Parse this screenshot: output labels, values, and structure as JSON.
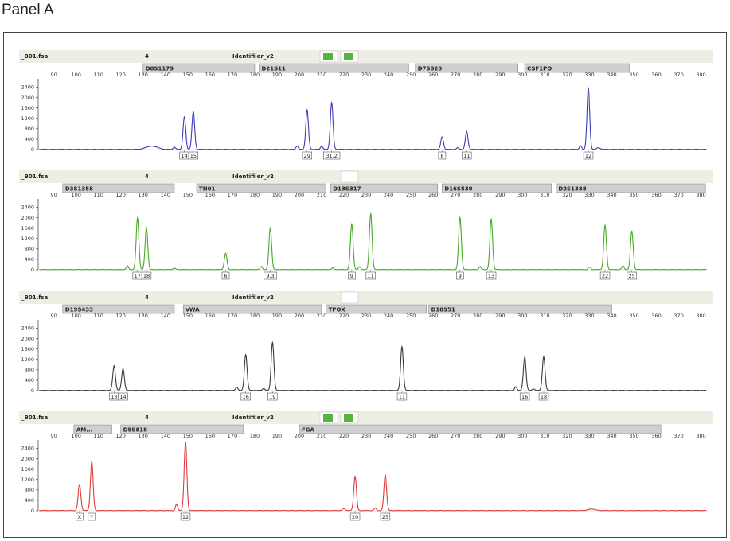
{
  "panel_label": "Panel A",
  "colors": {
    "blue": "#3c3cb4",
    "green": "#46aa28",
    "black": "#3a3a3a",
    "red": "#dc3c3c",
    "header_bg": "#eeeee4",
    "marker_bg": "#cfcfcf",
    "green_box": "#57b441"
  },
  "chart_data": [
    {
      "type": "line",
      "file": "_B01.fsa",
      "dye": "4",
      "kit": "Identifiler_v2",
      "color": "#3c3cb4",
      "x_ticks": [
        90,
        100,
        110,
        120,
        130,
        140,
        150,
        160,
        170,
        180,
        190,
        200,
        210,
        220,
        230,
        240,
        250,
        260,
        270,
        280,
        290,
        300,
        310,
        320,
        330,
        340,
        350,
        360,
        370,
        380
      ],
      "y_ticks": [
        0,
        400,
        800,
        1200,
        1600,
        2000,
        2400
      ],
      "xlim": [
        83,
        383
      ],
      "ylim": [
        0,
        2600
      ],
      "markers": [
        {
          "name": "D8S1179",
          "from": 130,
          "to": 180
        },
        {
          "name": "D21S11",
          "from": 182,
          "to": 249
        },
        {
          "name": "D7S820",
          "from": 252,
          "to": 298
        },
        {
          "name": "CSF1PO",
          "from": 301,
          "to": 348
        }
      ],
      "peaks": [
        {
          "x": 133,
          "h": 110,
          "w": 2.0
        },
        {
          "x": 136,
          "h": 60,
          "w": 1.5
        },
        {
          "x": 144,
          "h": 90,
          "w": 0.5
        },
        {
          "x": 148.5,
          "h": 1250,
          "w": 0.6,
          "label": "14"
        },
        {
          "x": 152.5,
          "h": 1450,
          "w": 0.6,
          "label": "15"
        },
        {
          "x": 199,
          "h": 130,
          "w": 0.5
        },
        {
          "x": 203.5,
          "h": 1520,
          "w": 0.6,
          "label": "29"
        },
        {
          "x": 210,
          "h": 120,
          "w": 0.5
        },
        {
          "x": 214.5,
          "h": 1800,
          "w": 0.6,
          "label": "31.2"
        },
        {
          "x": 264,
          "h": 480,
          "w": 0.6,
          "label": "8"
        },
        {
          "x": 271,
          "h": 60,
          "w": 0.5
        },
        {
          "x": 275,
          "h": 680,
          "w": 0.6,
          "label": "11"
        },
        {
          "x": 326,
          "h": 140,
          "w": 0.5
        },
        {
          "x": 329.5,
          "h": 2350,
          "w": 0.6,
          "label": "12"
        },
        {
          "x": 334,
          "h": 60,
          "w": 0.8
        }
      ]
    },
    {
      "type": "line",
      "file": "_B01.fsa",
      "dye": "4",
      "kit": "Identifiler_v2",
      "color": "#46aa28",
      "x_ticks": [
        90,
        100,
        110,
        120,
        130,
        140,
        150,
        160,
        170,
        180,
        190,
        200,
        210,
        220,
        230,
        240,
        250,
        260,
        270,
        280,
        290,
        300,
        310,
        320,
        330,
        340,
        350,
        360,
        370,
        380
      ],
      "y_ticks": [
        0,
        400,
        800,
        1200,
        1600,
        2000,
        2400
      ],
      "xlim": [
        83,
        383
      ],
      "ylim": [
        0,
        2600
      ],
      "markers": [
        {
          "name": "D3S1358",
          "from": 94,
          "to": 144
        },
        {
          "name": "TH01",
          "from": 154,
          "to": 212
        },
        {
          "name": "D13S317",
          "from": 214,
          "to": 262
        },
        {
          "name": "D16S539",
          "from": 264,
          "to": 313
        },
        {
          "name": "D2S1338",
          "from": 315,
          "to": 382
        }
      ],
      "peaks": [
        {
          "x": 123,
          "h": 140,
          "w": 0.5
        },
        {
          "x": 127.5,
          "h": 1980,
          "w": 0.6,
          "label": "17"
        },
        {
          "x": 131.5,
          "h": 1620,
          "w": 0.6,
          "label": "18"
        },
        {
          "x": 144,
          "h": 60,
          "w": 0.5
        },
        {
          "x": 167,
          "h": 620,
          "w": 0.6,
          "label": "6"
        },
        {
          "x": 183,
          "h": 120,
          "w": 0.5
        },
        {
          "x": 187,
          "h": 1600,
          "w": 0.6,
          "label": "9.3"
        },
        {
          "x": 215,
          "h": 60,
          "w": 0.5
        },
        {
          "x": 223.5,
          "h": 1750,
          "w": 0.6,
          "label": "9"
        },
        {
          "x": 227,
          "h": 110,
          "w": 0.5
        },
        {
          "x": 232,
          "h": 2150,
          "w": 0.6,
          "label": "11"
        },
        {
          "x": 272,
          "h": 2000,
          "w": 0.6,
          "label": "9"
        },
        {
          "x": 281,
          "h": 120,
          "w": 0.5
        },
        {
          "x": 286,
          "h": 1940,
          "w": 0.6,
          "label": "13"
        },
        {
          "x": 330,
          "h": 100,
          "w": 0.5
        },
        {
          "x": 337,
          "h": 1700,
          "w": 0.6,
          "label": "22"
        },
        {
          "x": 345,
          "h": 140,
          "w": 0.5
        },
        {
          "x": 349,
          "h": 1480,
          "w": 0.6,
          "label": "25"
        }
      ]
    },
    {
      "type": "line",
      "file": "_B01.fsa",
      "dye": "4",
      "kit": "Identifiler_v2",
      "color": "#3a3a3a",
      "x_ticks": [
        90,
        100,
        110,
        120,
        130,
        140,
        150,
        160,
        170,
        180,
        190,
        200,
        210,
        220,
        230,
        240,
        250,
        260,
        270,
        280,
        290,
        300,
        310,
        320,
        330,
        340,
        350,
        360,
        370,
        380
      ],
      "y_ticks": [
        0,
        400,
        800,
        1200,
        1600,
        2000,
        2400
      ],
      "xlim": [
        83,
        383
      ],
      "ylim": [
        0,
        2600
      ],
      "markers": [
        {
          "name": "D19S433",
          "from": 94,
          "to": 144
        },
        {
          "name": "vWA",
          "from": 148,
          "to": 210
        },
        {
          "name": "TPOX",
          "from": 212,
          "to": 257
        },
        {
          "name": "D18S51",
          "from": 258,
          "to": 340
        }
      ],
      "peaks": [
        {
          "x": 117,
          "h": 950,
          "w": 0.6,
          "label": "13"
        },
        {
          "x": 121,
          "h": 840,
          "w": 0.6,
          "label": "14"
        },
        {
          "x": 172,
          "h": 120,
          "w": 0.5
        },
        {
          "x": 176,
          "h": 1380,
          "w": 0.6,
          "label": "16"
        },
        {
          "x": 184,
          "h": 80,
          "w": 0.5
        },
        {
          "x": 188,
          "h": 1850,
          "w": 0.6,
          "label": "19"
        },
        {
          "x": 246,
          "h": 1680,
          "w": 0.6,
          "label": "11"
        },
        {
          "x": 297,
          "h": 140,
          "w": 0.5
        },
        {
          "x": 301,
          "h": 1280,
          "w": 0.6,
          "label": "16"
        },
        {
          "x": 305,
          "h": 60,
          "w": 0.5
        },
        {
          "x": 309.5,
          "h": 1300,
          "w": 0.6,
          "label": "18"
        }
      ]
    },
    {
      "type": "line",
      "file": "_B01.fsa",
      "dye": "4",
      "kit": "Identifiler_v2",
      "color": "#dc3c3c",
      "x_ticks": [
        90,
        100,
        110,
        120,
        130,
        140,
        150,
        160,
        170,
        180,
        190,
        200,
        210,
        220,
        230,
        240,
        250,
        260,
        270,
        280,
        290,
        300,
        310,
        320,
        330,
        340,
        350,
        360,
        370,
        380
      ],
      "y_ticks": [
        0,
        400,
        800,
        1200,
        1600,
        2000,
        2400
      ],
      "xlim": [
        83,
        383
      ],
      "ylim": [
        0,
        2600
      ],
      "markers": [
        {
          "name": "AM...",
          "from": 99,
          "to": 116
        },
        {
          "name": "D5S818",
          "from": 120,
          "to": 175
        },
        {
          "name": "FGA",
          "from": 200,
          "to": 362
        }
      ],
      "peaks": [
        {
          "x": 101.5,
          "h": 1010,
          "w": 0.6,
          "label": "X"
        },
        {
          "x": 107,
          "h": 1880,
          "w": 0.6,
          "label": "Y"
        },
        {
          "x": 145,
          "h": 240,
          "w": 0.5
        },
        {
          "x": 149,
          "h": 2650,
          "w": 0.6,
          "label": "12"
        },
        {
          "x": 220,
          "h": 80,
          "w": 0.6
        },
        {
          "x": 225,
          "h": 1320,
          "w": 0.6,
          "label": "20"
        },
        {
          "x": 234,
          "h": 100,
          "w": 0.5
        },
        {
          "x": 238.5,
          "h": 1380,
          "w": 0.6,
          "label": "23"
        },
        {
          "x": 331,
          "h": 60,
          "w": 1.5
        }
      ]
    }
  ]
}
